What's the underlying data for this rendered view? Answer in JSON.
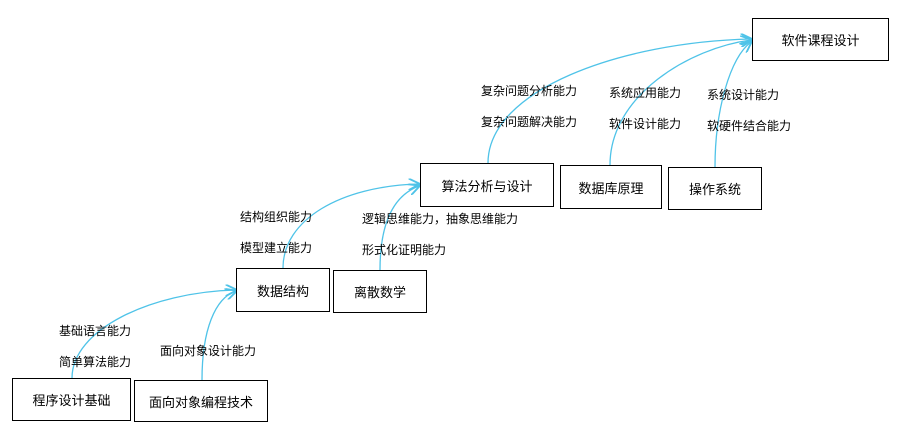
{
  "nodes": {
    "n1": "程序设计基础",
    "n2": "面向对象编程技术",
    "n3": "数据结构",
    "n4": "离散数学",
    "n5": "算法分析与设计",
    "n6": "数据库原理",
    "n7": "操作系统",
    "n8": "软件课程设计"
  },
  "labels": {
    "l1": "基础语言能力",
    "l2": "简单算法能力",
    "l3": "面向对象设计能力",
    "l4": "结构组织能力",
    "l5": "模型建立能力",
    "l6": "逻辑思维能力，抽象思维能力",
    "l7": "形式化证明能力",
    "l8": "复杂问题分析能力",
    "l9": "复杂问题解决能力",
    "l10": "系统应用能力",
    "l11": "软件设计能力",
    "l12": "系统设计能力",
    "l13": "软硬件结合能力"
  },
  "colors": {
    "arrow": "#4fc3e8",
    "border": "#000000"
  }
}
